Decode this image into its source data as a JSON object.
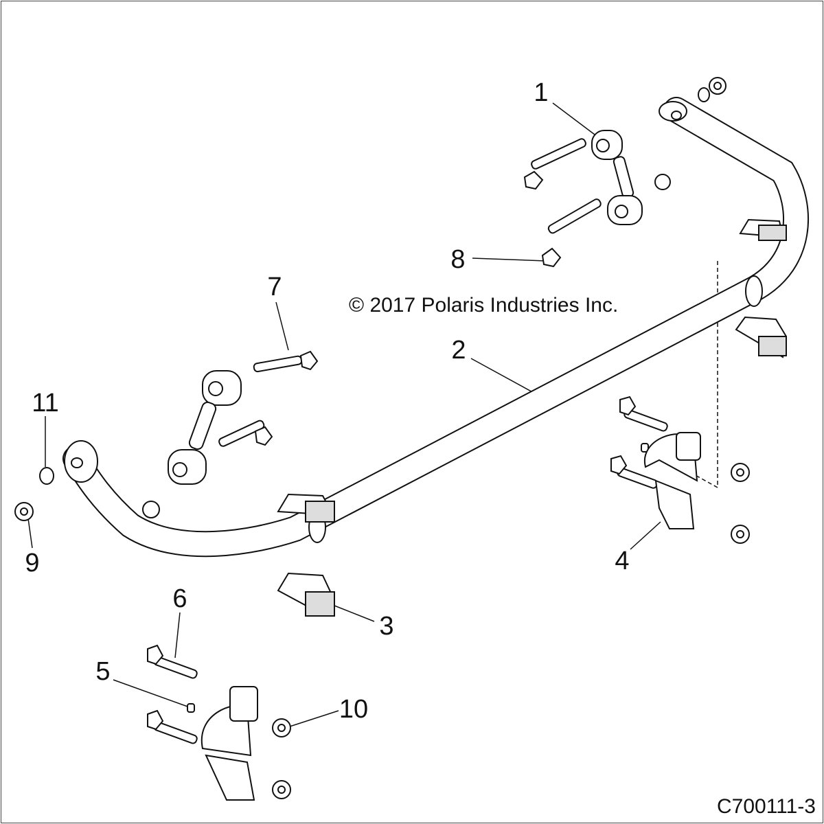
{
  "copyright": "© 2017 Polaris Industries Inc.",
  "diagram_id": "C700111-3",
  "callouts": [
    {
      "label": "1"
    },
    {
      "label": "2"
    },
    {
      "label": "3"
    },
    {
      "label": "4"
    },
    {
      "label": "5"
    },
    {
      "label": "6"
    },
    {
      "label": "7"
    },
    {
      "label": "8"
    },
    {
      "label": "9"
    },
    {
      "label": "10"
    },
    {
      "label": "11"
    }
  ],
  "colors": {
    "line": "#111111",
    "part_fill": "#ffffff",
    "shade": "#cfcfcf"
  }
}
